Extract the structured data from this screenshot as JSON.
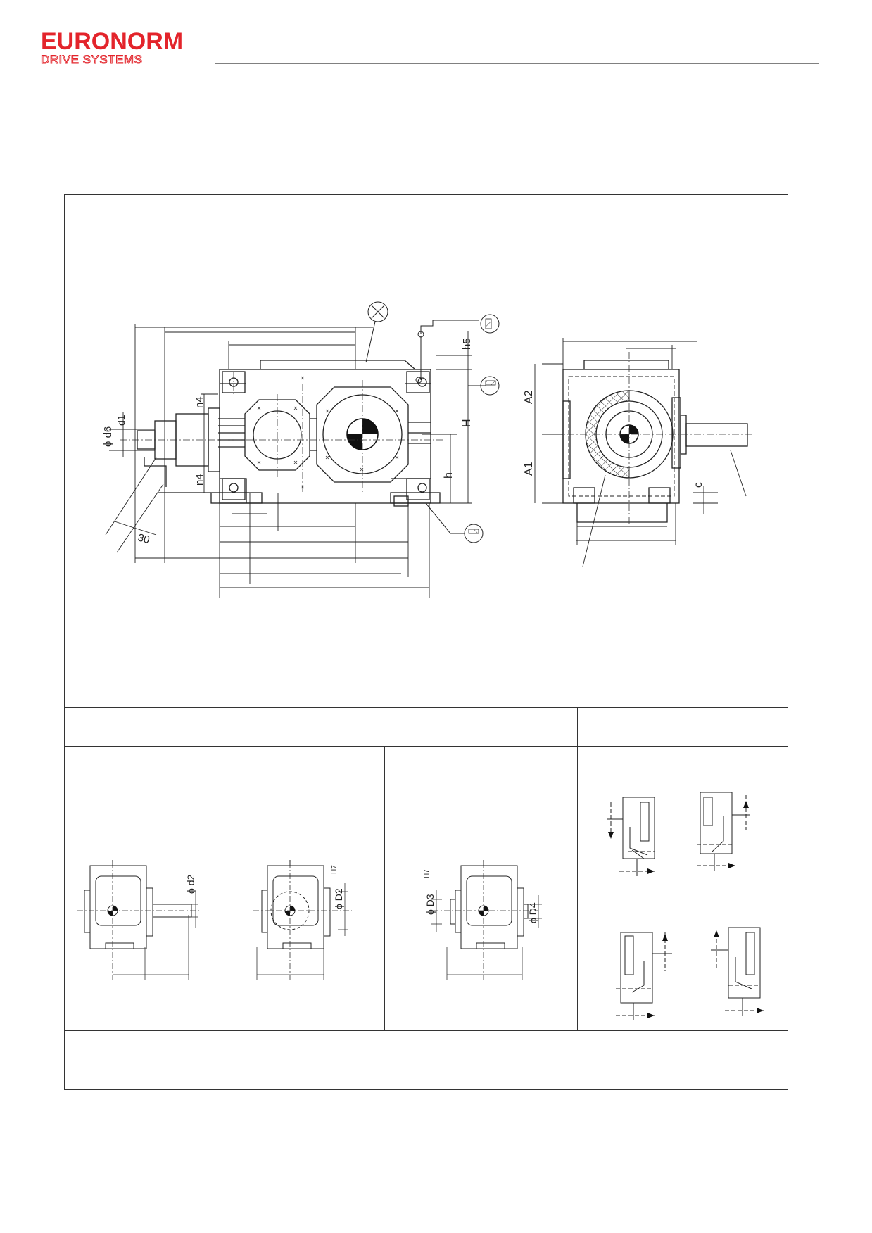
{
  "brand": {
    "name": "EURONORM",
    "tagline": "DRIVE SYSTEMS",
    "primary_color": "#e3242b"
  },
  "main_drawing": {
    "labels": {
      "d6": "ϕ d6",
      "d1": "d1",
      "n4_top": "n4",
      "n4_bottom": "n4",
      "h5": "h5",
      "H": "H",
      "h": "h",
      "a2": "A2",
      "a1": "A1",
      "c": "c",
      "angle": "30"
    }
  },
  "variants": {
    "v1": {
      "label": "ϕ d2"
    },
    "v2": {
      "label": "ϕ D2",
      "tol": "H7"
    },
    "v3": {
      "label_left": "ϕ D3",
      "tol": "H7",
      "label_right": "ϕ D4"
    }
  }
}
